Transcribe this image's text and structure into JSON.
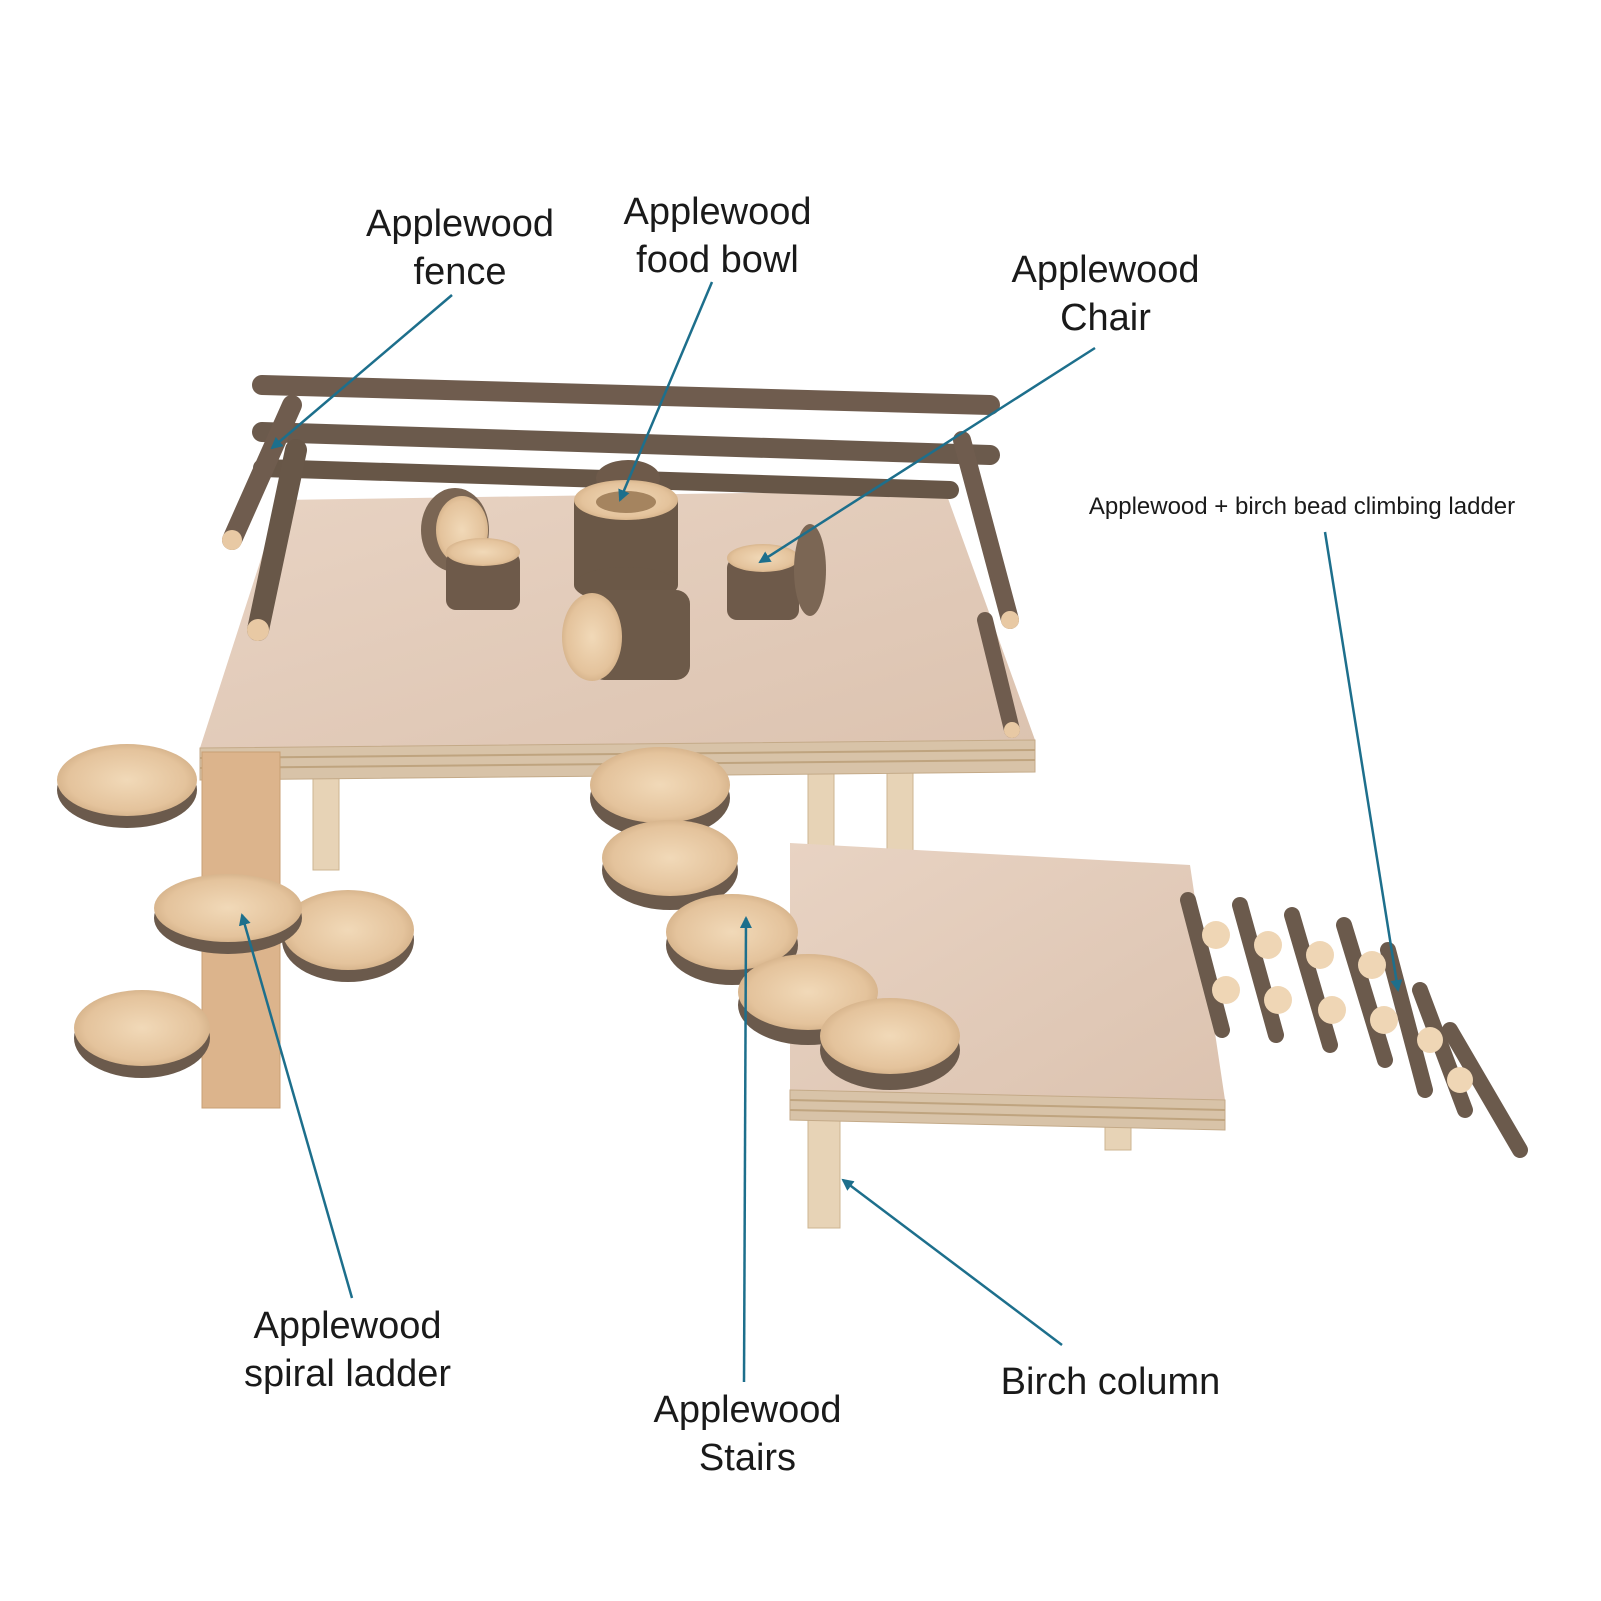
{
  "colors": {
    "pointer": "#1d6f8c",
    "plywood_top": "#e3cdbd",
    "plywood_edge": "#d8c3a8",
    "bark": "#6b5a4c",
    "cut_wood": "#e8c9a4",
    "birch": "#e7d3b6",
    "bead": "#efd6b5"
  },
  "labels": {
    "fence": [
      "Applewood",
      "fence"
    ],
    "food_bowl": [
      "Applewood",
      "food bowl"
    ],
    "chair": [
      "Applewood",
      "Chair"
    ],
    "climbing_ladder": "Applewood + birch bead climbing ladder",
    "spiral_ladder": [
      "Applewood",
      "spiral ladder"
    ],
    "stairs": [
      "Applewood",
      "Stairs"
    ],
    "birch_column": "Birch column"
  }
}
